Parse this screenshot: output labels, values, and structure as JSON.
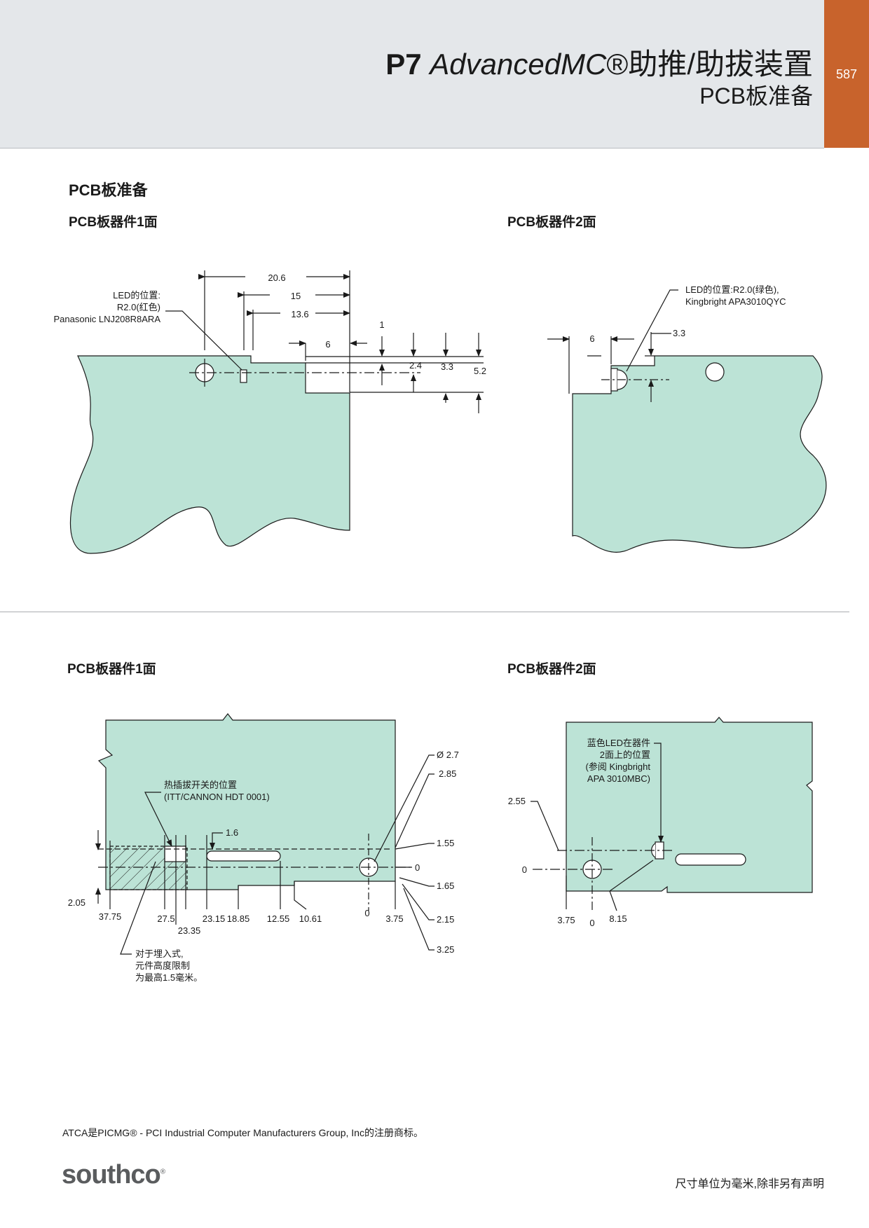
{
  "header": {
    "title_bold": "P7",
    "title_italic": "AdvancedMC",
    "title_reg": "®",
    "title_rest": "助推/助拔装置",
    "subtitle": "PCB板准备",
    "page_number": "587"
  },
  "section": {
    "heading": "PCB板准备",
    "top_left_label": "PCB板器件1面",
    "top_right_label": "PCB板器件2面",
    "bottom_left_label": "PCB板器件1面",
    "bottom_right_label": "PCB板器件2面"
  },
  "top_left": {
    "led_line1": "LED的位置:",
    "led_line2": "R2.0(红色)",
    "led_line3": "Panasonic LNJ208R8ARA",
    "dim_20_6": "20.6",
    "dim_15": "15",
    "dim_13_6": "13.6",
    "dim_1": "1",
    "dim_6": "6",
    "dim_2_4": "2.4",
    "dim_3_3": "3.3",
    "dim_5_2": "5.2"
  },
  "top_right": {
    "led_line1": "LED的位置:R2.0(绿色),",
    "led_line2": "Kingbright APA3010QYC",
    "dim_6": "6",
    "dim_3_3": "3.3"
  },
  "bottom_left": {
    "switch_line1": "热插拔开关的位置",
    "switch_line2": "(ITT/CANNON HDT 0001)",
    "dim_1_6": "1.6",
    "dia_2_7": "Ø 2.7",
    "dim_2_85": "2.85",
    "dim_1_55": "1.55",
    "dim_0_right": "0",
    "dim_1_65": "1.65",
    "dim_2_15": "2.15",
    "dim_3_25": "3.25",
    "dim_2_05": "2.05",
    "x_37_75": "37.75",
    "x_27_5": "27.5",
    "x_23_35": "23.35",
    "x_23_15": "23.15",
    "x_18_85": "18.85",
    "x_12_55": "12.55",
    "x_10_61": "10.61",
    "x_0": "0",
    "x_3_75": "3.75",
    "note_line1": "对于埋入式,",
    "note_line2": "元件高度限制",
    "note_line3": "为最高1.5毫米。"
  },
  "bottom_right": {
    "led_line1": "蓝色LED在器件",
    "led_line2": "2面上的位置",
    "led_line3": "(参阅 Kingbright",
    "led_line4": "APA 3010MBC)",
    "dim_2_55": "2.55",
    "dim_0_left": "0",
    "x_3_75": "3.75",
    "x_0": "0",
    "x_8_15": "8.15"
  },
  "footer": {
    "trademark_note": "ATCA是PICMG® - PCI Industrial Computer Manufacturers Group, Inc的注册商标。",
    "logo_text": "southco",
    "logo_mark": "®",
    "units_note": "尺寸单位为毫米,除非另有声明"
  },
  "colors": {
    "pcb_fill": "#bce3d6",
    "accent_tab": "#c8632c",
    "header_bg": "#e4e7ea"
  }
}
